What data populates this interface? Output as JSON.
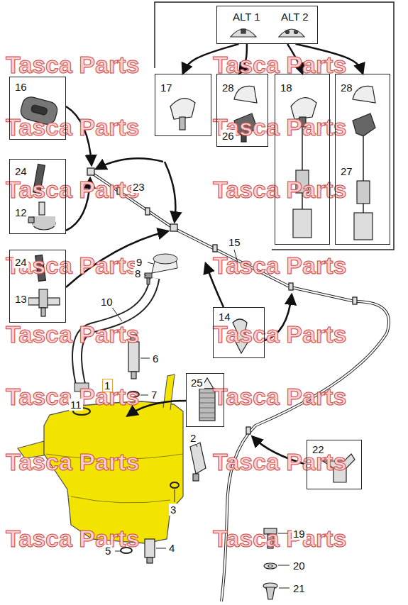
{
  "diagram": {
    "nodes": [
      {
        "text": [
          "ALT 1",
          "ALT 2"
        ]
      },
      {
        "text": [
          "17"
        ]
      },
      {
        "text": [
          "28",
          "26"
        ]
      },
      {
        "text": [
          "18"
        ]
      },
      {
        "text": [
          "28",
          "27"
        ]
      },
      {
        "text": [
          "16"
        ]
      },
      {
        "text": [
          "24",
          "12"
        ]
      },
      {
        "text": [
          "24",
          "13"
        ]
      },
      {
        "text": [
          "14"
        ]
      },
      {
        "text": [
          "1"
        ]
      },
      {
        "text": [
          "25"
        ]
      },
      {
        "text": [
          "22"
        ]
      }
    ],
    "edges": [
      {
        "from": 0,
        "to": 1,
        "arrow": "to"
      },
      {
        "from": 0,
        "to": 2,
        "arrow": "to"
      },
      {
        "from": 0,
        "to": 3,
        "arrow": "to"
      },
      {
        "from": 0,
        "to": 4,
        "arrow": "to"
      }
    ],
    "labels": [
      "23",
      "15",
      "9",
      "8",
      "10",
      "6",
      "7",
      "11",
      "2",
      "3",
      "5",
      "4",
      "19",
      "20",
      "21",
      "Tasca Parts",
      "Tasca Parts",
      "Tasca Parts",
      "Tasca Parts",
      "Tasca Parts",
      "Tasca Parts",
      "Tasca Parts",
      "Tasca Parts",
      "Tasca Parts",
      "Tasca Parts",
      "Tasca Parts",
      "Tasca Parts",
      "Tasca Parts",
      "Tasca Parts",
      "Tasca Parts",
      "Tasca Parts"
    ]
  }
}
